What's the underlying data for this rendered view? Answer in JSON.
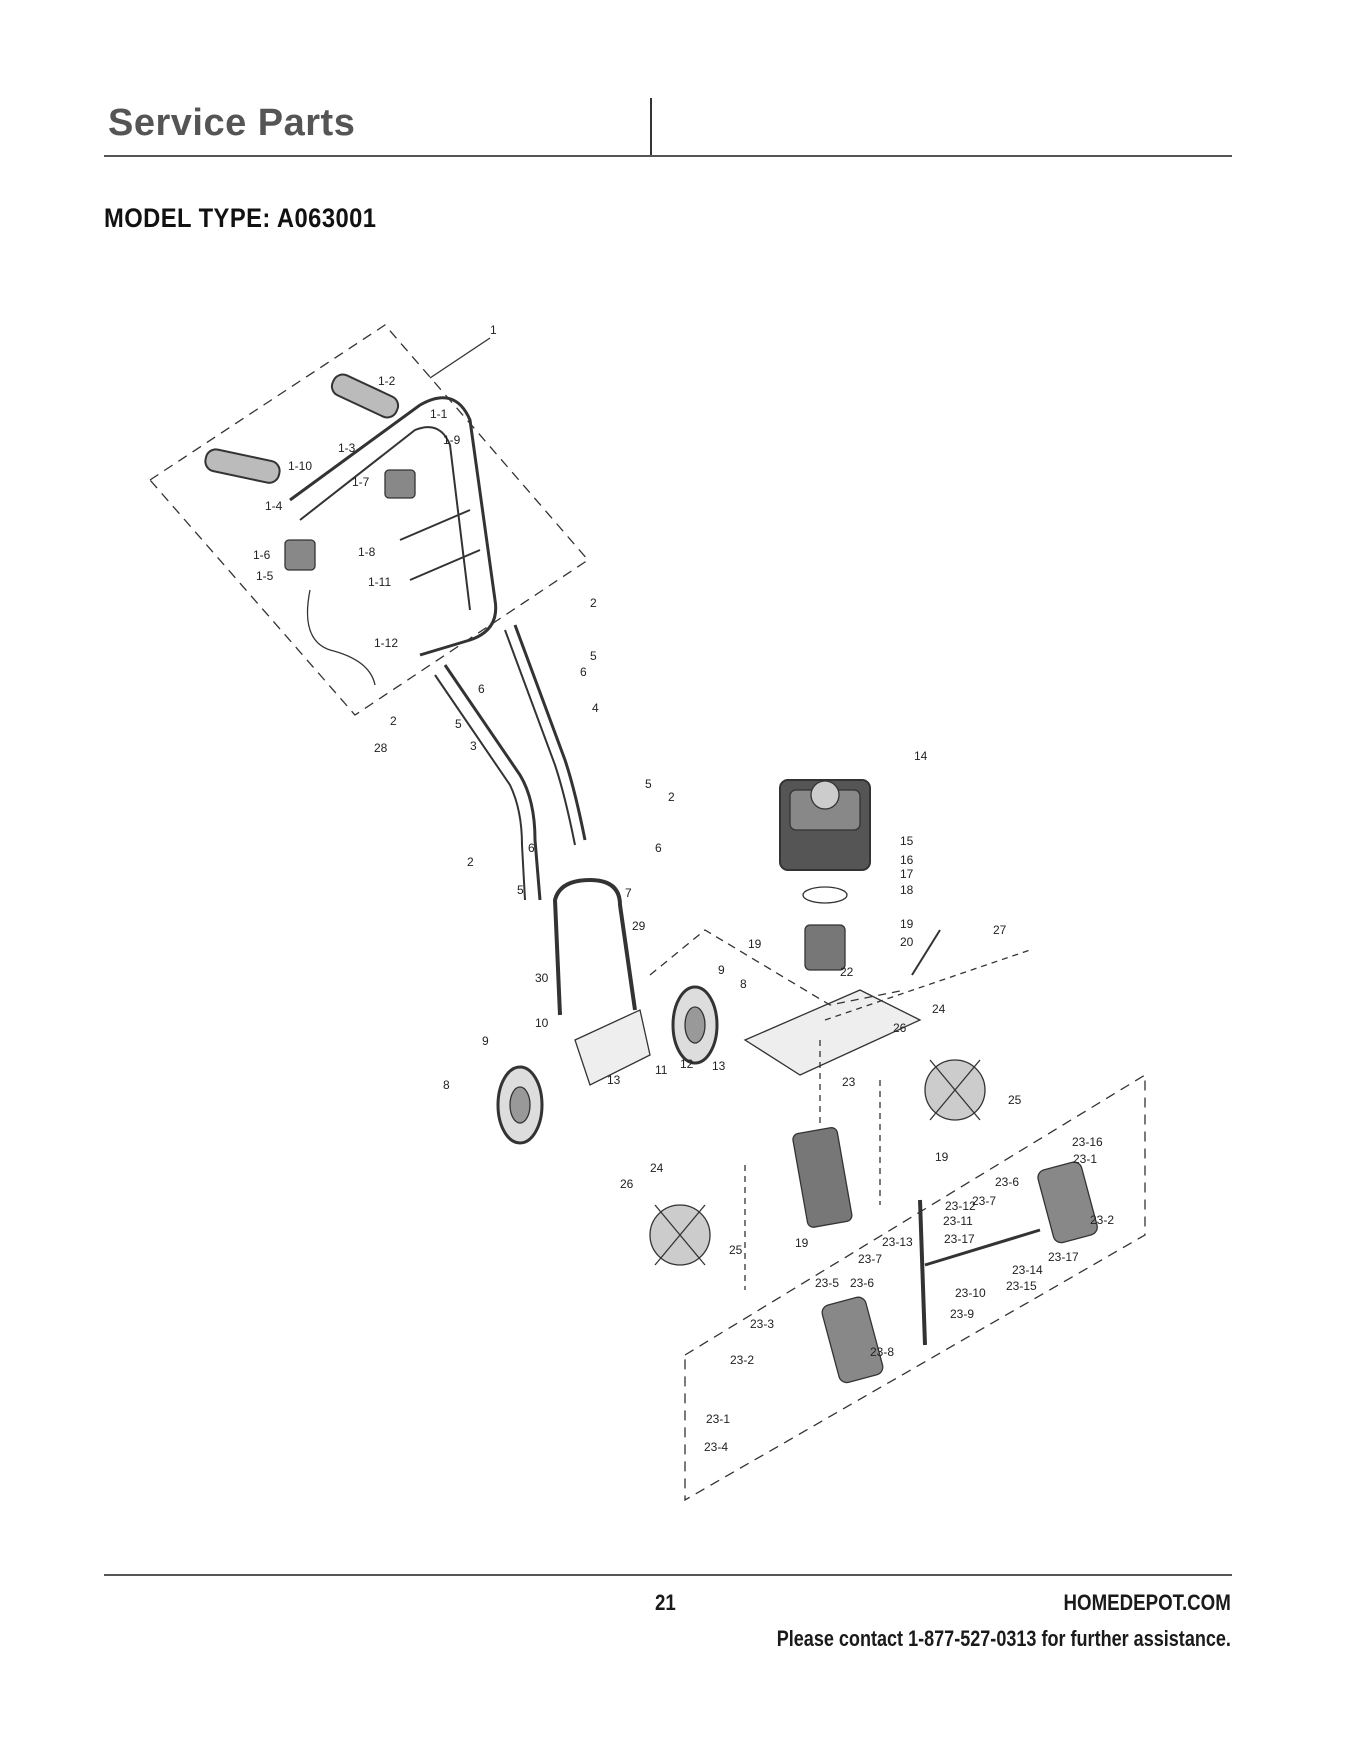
{
  "header": {
    "title": "Service Parts"
  },
  "model": {
    "title": "MODEL TYPE: A063001"
  },
  "diagram": {
    "part_labels": [
      "1",
      "1-1",
      "1-2",
      "1-3",
      "1-4",
      "1-5",
      "1-6",
      "1-7",
      "1-8",
      "1-9",
      "1-10",
      "1-11",
      "1-12",
      "2",
      "2",
      "2",
      "2",
      "3",
      "4",
      "5",
      "5",
      "5",
      "5",
      "6",
      "6",
      "6",
      "6",
      "7",
      "8",
      "8",
      "9",
      "9",
      "10",
      "11",
      "12",
      "13",
      "13",
      "14",
      "15",
      "16",
      "17",
      "18",
      "19",
      "19",
      "19",
      "19",
      "20",
      "22",
      "23",
      "24",
      "24",
      "25",
      "25",
      "26",
      "26",
      "27",
      "28",
      "29",
      "30",
      "23-1",
      "23-1",
      "23-2",
      "23-2",
      "23-3",
      "23-4",
      "23-5",
      "23-6",
      "23-6",
      "23-7",
      "23-7",
      "23-8",
      "23-9",
      "23-10",
      "23-11",
      "23-12",
      "23-13",
      "23-14",
      "23-15",
      "23-16",
      "23-17",
      "23-17"
    ]
  },
  "footer": {
    "page_number": "21",
    "site": "HOMEDEPOT.COM",
    "contact": "Please contact 1-877-527-0313 for further assistance."
  }
}
